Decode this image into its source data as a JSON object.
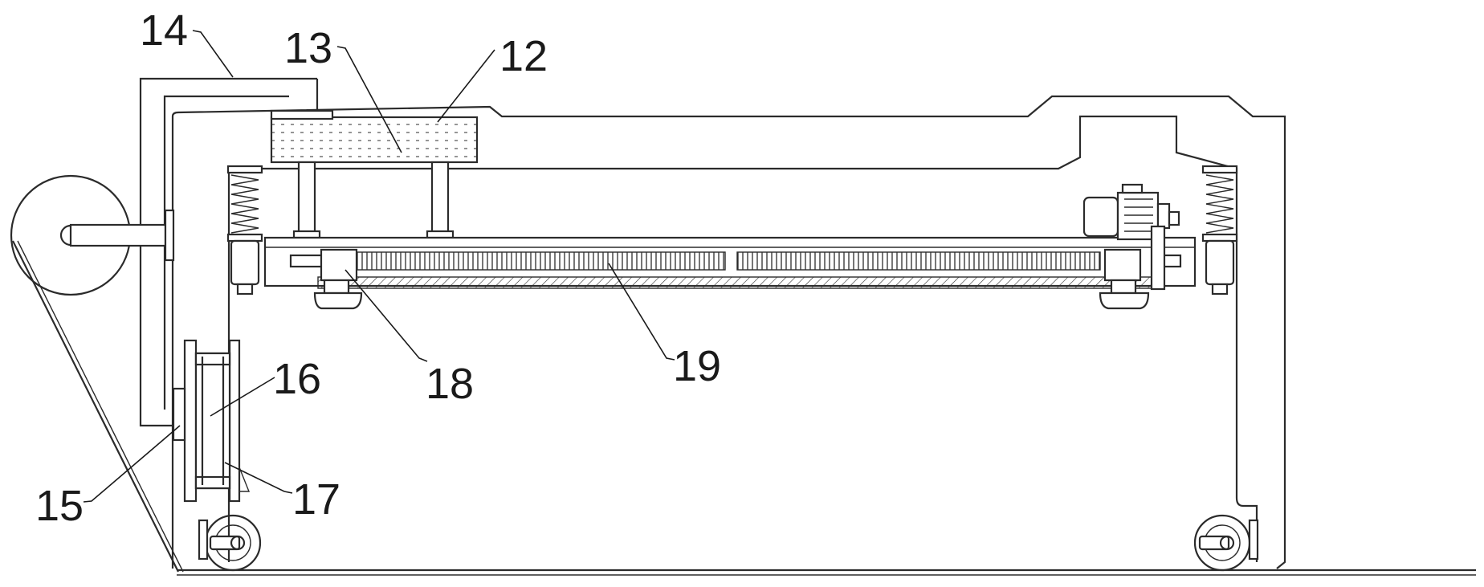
{
  "labels": {
    "l12": "12",
    "l13": "13",
    "l14": "14",
    "l15": "15",
    "l16": "16",
    "l17": "17",
    "l18": "18",
    "l19": "19"
  }
}
